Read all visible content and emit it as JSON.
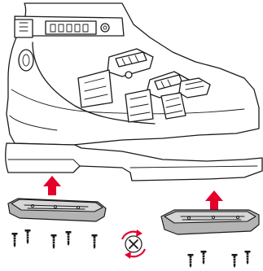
{
  "figure": {
    "arrow_color": "#e4002b",
    "line_color": "#1a1a1a",
    "pad_fill": "#b4b4b4",
    "items": [
      {
        "name": "ski-boot",
        "role": "boot shell with buckles"
      },
      {
        "name": "heel-pad",
        "role": "replaceable sole pad (heel)"
      },
      {
        "name": "toe-pad",
        "role": "replaceable sole pad (toe)"
      },
      {
        "name": "screws",
        "count_heel": 5,
        "count_toe": 4
      },
      {
        "name": "screwdriver-rotation-icon",
        "action": "unscrew / screw"
      }
    ]
  }
}
